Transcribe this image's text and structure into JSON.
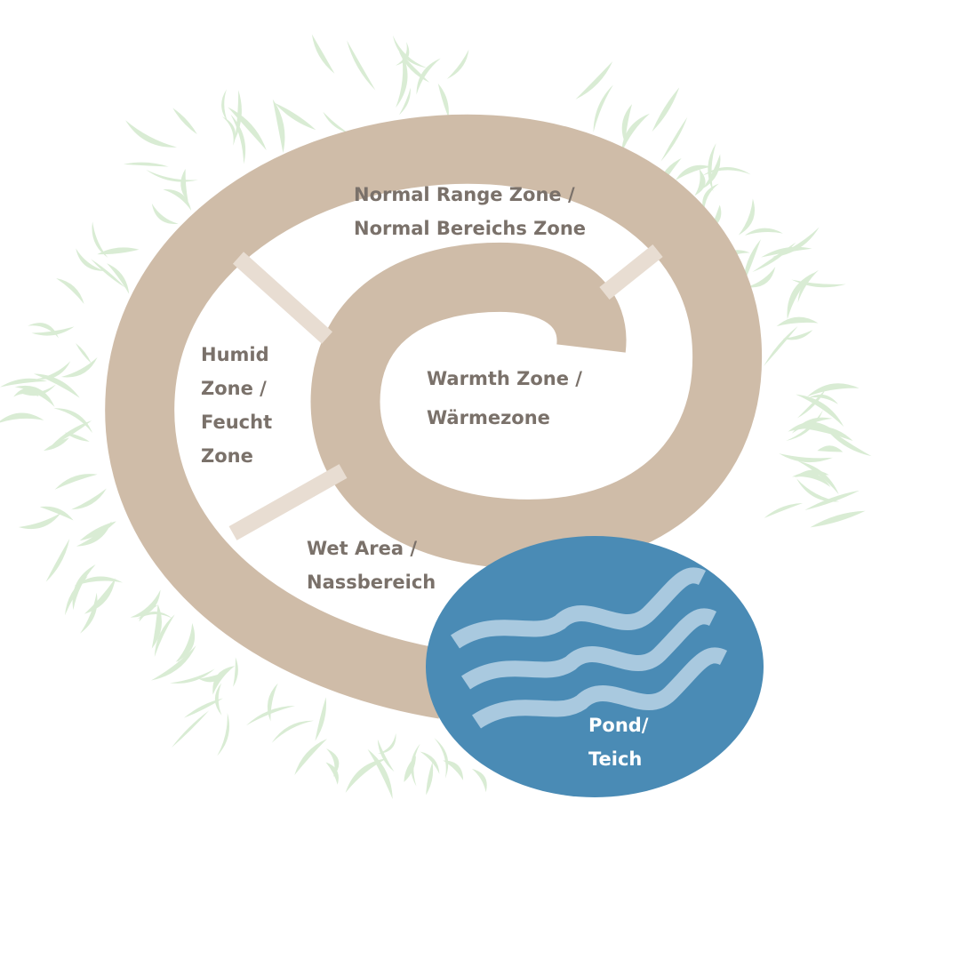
{
  "diagram": {
    "zones": {
      "normal_range": {
        "line1": "Normal Range Zone /",
        "line2": "Normal Bereichs Zone"
      },
      "humid": {
        "line1": "Humid",
        "line2": "Zone /",
        "line3": "Feucht",
        "line4": "Zone"
      },
      "warmth": {
        "line1": "Warmth Zone /",
        "line2": "Wärmezone"
      },
      "wet_area": {
        "line1": "Wet Area /",
        "line2": "Nassbereich"
      },
      "pond": {
        "line1": "Pond/",
        "line2": "Teich"
      }
    },
    "colors": {
      "spiral": "#cfbca8",
      "divider": "#e8ddd2",
      "pond": "#4a8bb5",
      "waves": "#a9c9df",
      "grass": "#d9ecd4",
      "label": "#7a716a"
    },
    "icons": {
      "pond": "water-waves-icon",
      "vegetation": "grass-blades-icon"
    }
  }
}
